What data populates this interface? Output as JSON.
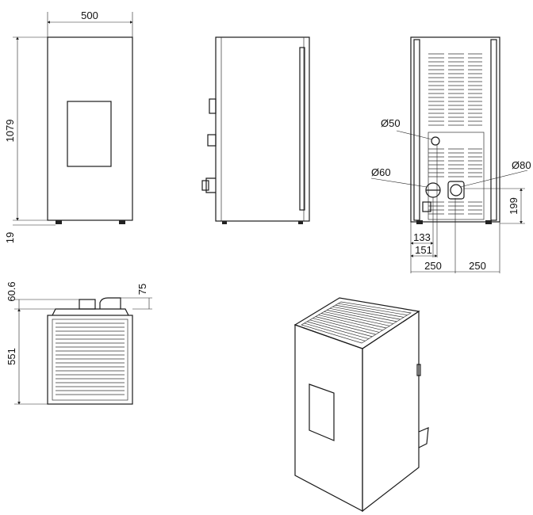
{
  "front_view": {
    "width_label": "500",
    "height_label": "1079",
    "foot_label": "19"
  },
  "back_view": {
    "flue_small_label": "Ø50",
    "flue_medium_label": "Ø60",
    "flue_large_label": "Ø80",
    "outlet_height_label": "199",
    "offset_133_label": "133",
    "offset_151_label": "151",
    "half_left_label": "250",
    "half_right_label": "250"
  },
  "top_view": {
    "rear_offset_label": "60.6",
    "depth_label": "551",
    "outlet_label": "75"
  }
}
